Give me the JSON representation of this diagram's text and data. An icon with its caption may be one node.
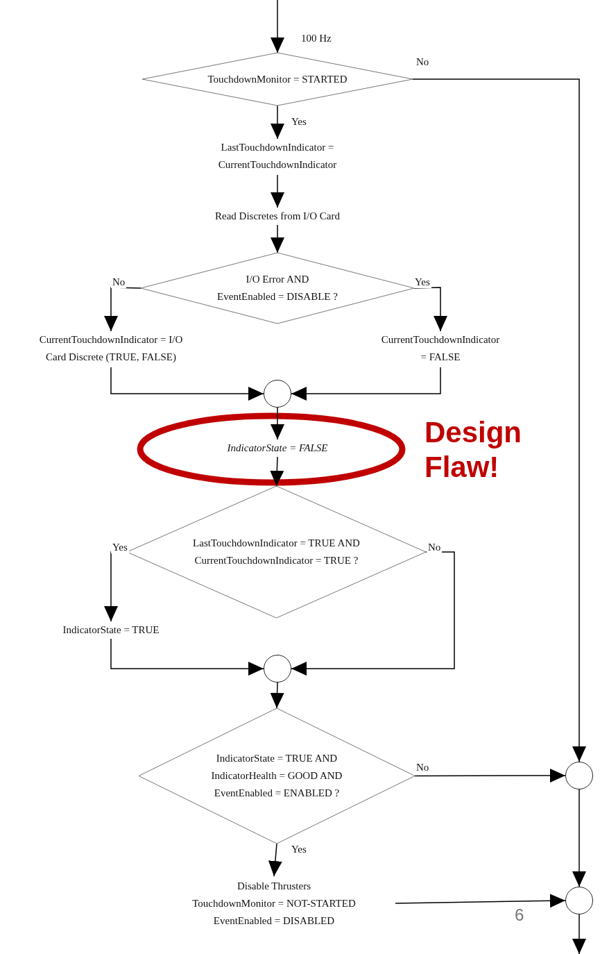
{
  "diagram": {
    "nodes": [
      {
        "text": [
          "TouchdownMonitor = STARTED"
        ]
      },
      {
        "text": [
          "LastTouchdownIndicator = CurrentTouchdownIndicator"
        ]
      },
      {
        "text": [
          "Read Discretes from I/O Card"
        ]
      },
      {
        "text": [
          "I/O Error AND EventEnabled = DISABLE ?"
        ]
      },
      {
        "text": [
          "CurrentTouchdownIndicator = I/O Card Discrete (TRUE, FALSE)"
        ]
      },
      {
        "text": [
          "CurrentTouchdownIndicator = FALSE"
        ]
      },
      {
        "text": [],
        "shape": "circle"
      },
      {
        "text": [
          "IndicatorState = FALSE"
        ]
      },
      {
        "text": [
          "LastTouchdownIndicator = TRUE AND CurrentTouchdownIndicator = TRUE ?"
        ]
      },
      {
        "text": [
          "IndicatorState = TRUE"
        ]
      },
      {
        "text": [],
        "shape": "circle"
      },
      {
        "text": [
          "IndicatorState = TRUE AND IndicatorHealth = GOOD AND EventEnabled = ENABLED ?"
        ]
      },
      {
        "text": [
          "Disable Thrusters",
          "TouchdownMonitor = NOT-STARTED",
          "EventEnabled = DISABLED"
        ]
      },
      {
        "text": [],
        "shape": "circle"
      },
      {
        "text": [],
        "shape": "circle"
      }
    ],
    "edges": [
      {
        "from": null,
        "to": 0,
        "arrow": "to",
        "label": "100 Hz"
      },
      {
        "from": 0,
        "to": 13,
        "arrow": "to",
        "label": "No"
      },
      {
        "from": 0,
        "to": 1,
        "arrow": "to",
        "label": "Yes"
      },
      {
        "from": 1,
        "to": 2,
        "arrow": "to"
      },
      {
        "from": 2,
        "to": 3,
        "arrow": "to"
      },
      {
        "from": 3,
        "to": 4,
        "arrow": "to",
        "label": "No"
      },
      {
        "from": 3,
        "to": 5,
        "arrow": "to",
        "label": "Yes"
      },
      {
        "from": 4,
        "to": 6,
        "arrow": "to"
      },
      {
        "from": 5,
        "to": 6,
        "arrow": "to"
      },
      {
        "from": 6,
        "to": 7,
        "arrow": "to"
      },
      {
        "from": 7,
        "to": 8,
        "arrow": "to"
      },
      {
        "from": 8,
        "to": 9,
        "arrow": "to",
        "label": "Yes"
      },
      {
        "from": 8,
        "to": 10,
        "arrow": "to",
        "label": "No"
      },
      {
        "from": 9,
        "to": 10,
        "arrow": "to"
      },
      {
        "from": 10,
        "to": 11,
        "arrow": "to"
      },
      {
        "from": 11,
        "to": 13,
        "arrow": "to",
        "label": "No"
      },
      {
        "from": 11,
        "to": 12,
        "arrow": "to",
        "label": "Yes"
      },
      {
        "from": 12,
        "to": 14,
        "arrow": "to"
      },
      {
        "from": 13,
        "to": 14,
        "arrow": "to"
      },
      {
        "from": 14,
        "to": null,
        "arrow": "to"
      }
    ],
    "labels": [
      "Design Flaw!",
      "6"
    ]
  }
}
